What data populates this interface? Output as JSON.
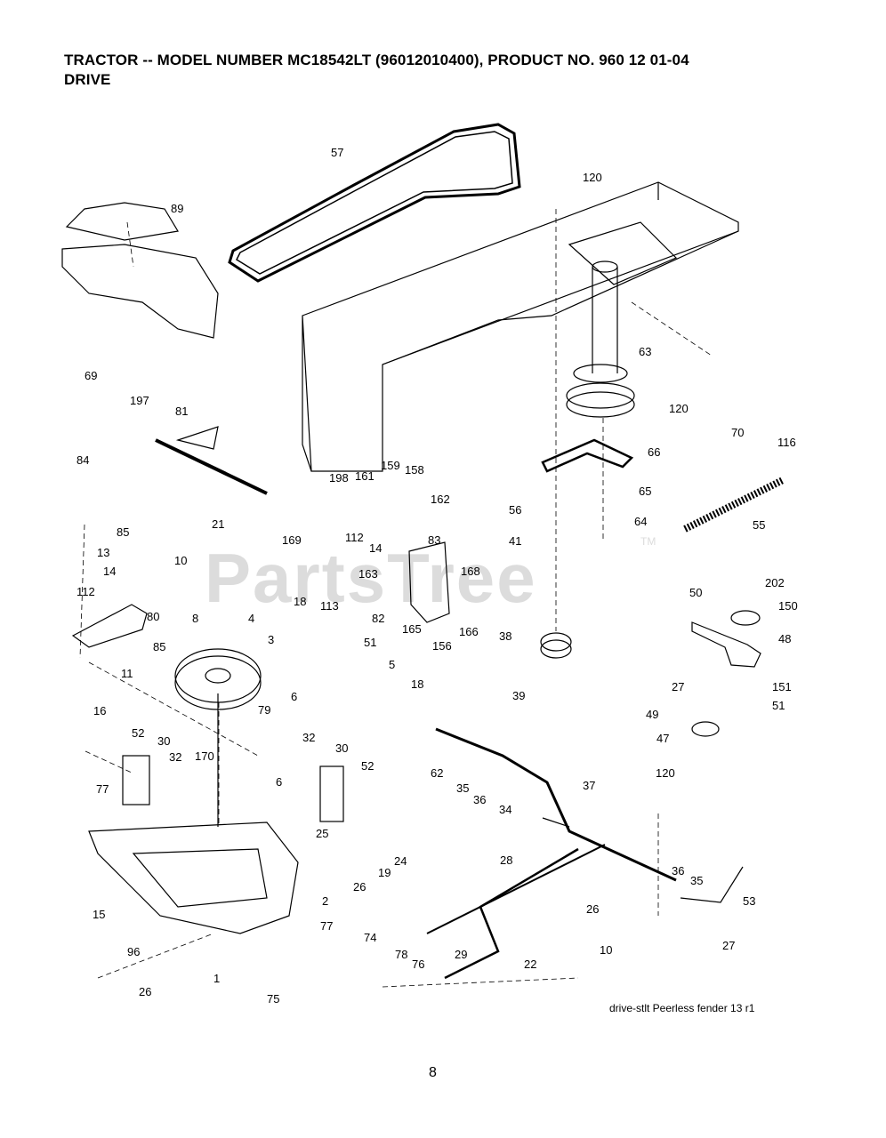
{
  "header": {
    "title": "TRACTOR -- MODEL NUMBER MC18542LT (96012010400), PRODUCT NO. 960 12 01-04",
    "subtitle": "DRIVE"
  },
  "watermark": {
    "text": "PartsTree",
    "tm": "TM"
  },
  "caption": "drive-stlt Peerless fender 13 r1",
  "page_number": "8",
  "callouts": [
    "57",
    "120",
    "89",
    "63",
    "120",
    "70",
    "116",
    "69",
    "197",
    "81",
    "66",
    "65",
    "56",
    "64",
    "55",
    "84",
    "198",
    "161",
    "159",
    "158",
    "162",
    "85",
    "169",
    "21",
    "112",
    "14",
    "83",
    "41",
    "168",
    "163",
    "13",
    "10",
    "14",
    "112",
    "8",
    "80",
    "85",
    "82",
    "165",
    "156",
    "166",
    "38",
    "50",
    "202",
    "150",
    "48",
    "18",
    "113",
    "4",
    "51",
    "3",
    "5",
    "18",
    "11",
    "6",
    "79",
    "39",
    "27",
    "151",
    "51",
    "49",
    "47",
    "16",
    "52",
    "30",
    "32",
    "32",
    "30",
    "52",
    "170",
    "6",
    "62",
    "35",
    "36",
    "34",
    "37",
    "120",
    "77",
    "25",
    "24",
    "19",
    "26",
    "2",
    "28",
    "36",
    "35",
    "53",
    "15",
    "77",
    "74",
    "29",
    "22",
    "26",
    "10",
    "27",
    "96",
    "78",
    "76",
    "1",
    "26",
    "75"
  ]
}
